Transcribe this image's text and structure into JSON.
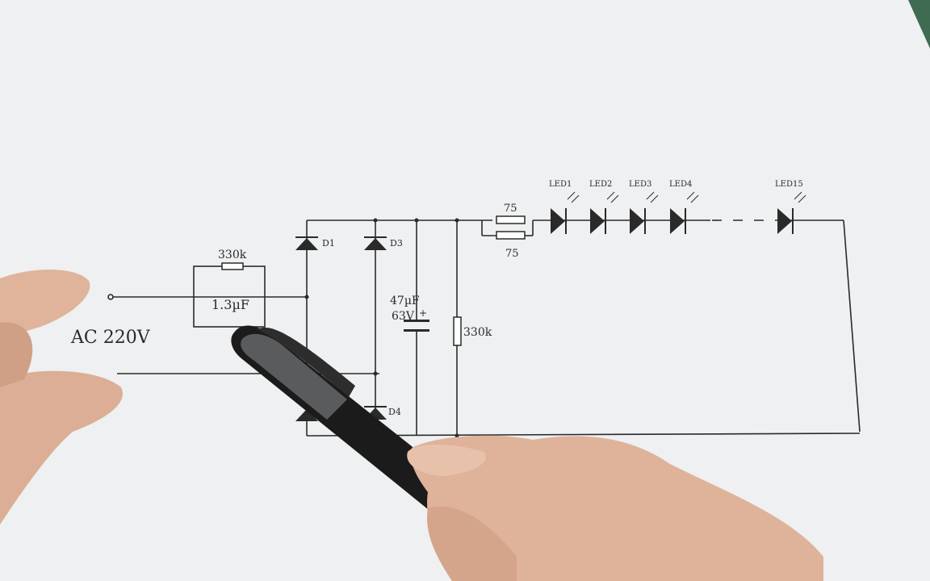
{
  "photo": {
    "paper_color": "#eef0f1",
    "ink_color": "#2a2a2a",
    "pen_color": "#1b1b1b",
    "skin_color": "#e2b49c"
  },
  "circuit": {
    "source_label": "AC 220V",
    "resistor_parallel": "330k",
    "capacitor_drop": "1.3µF",
    "diodes": [
      "D1",
      "D3",
      "D4"
    ],
    "filter_cap_value": "47µF",
    "filter_cap_voltage": "63V",
    "filter_cap_plus": "+",
    "bleeder": "330k",
    "resistor_top": "75",
    "resistor_bottom": "75",
    "leds": [
      "LED1",
      "LED2",
      "LED3",
      "LED4",
      "LED15"
    ]
  }
}
